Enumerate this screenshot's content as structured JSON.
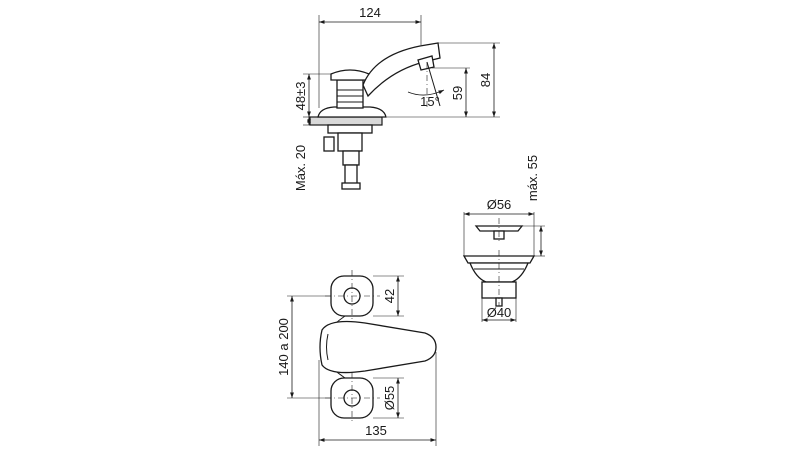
{
  "dimensions": {
    "side_width": "124",
    "spout_height": "84",
    "outlet_height": "59",
    "base_height": "48±3",
    "angle": "15°",
    "max_depth": "Máx. 20",
    "drain_diameter_top": "Ø56",
    "drain_max_length": "máx. 55",
    "drain_diameter_bottom": "Ø40",
    "handle_spacing": "140 a 200",
    "rosette_width": "42",
    "rosette_diameter": "Ø55",
    "plan_width": "135"
  }
}
